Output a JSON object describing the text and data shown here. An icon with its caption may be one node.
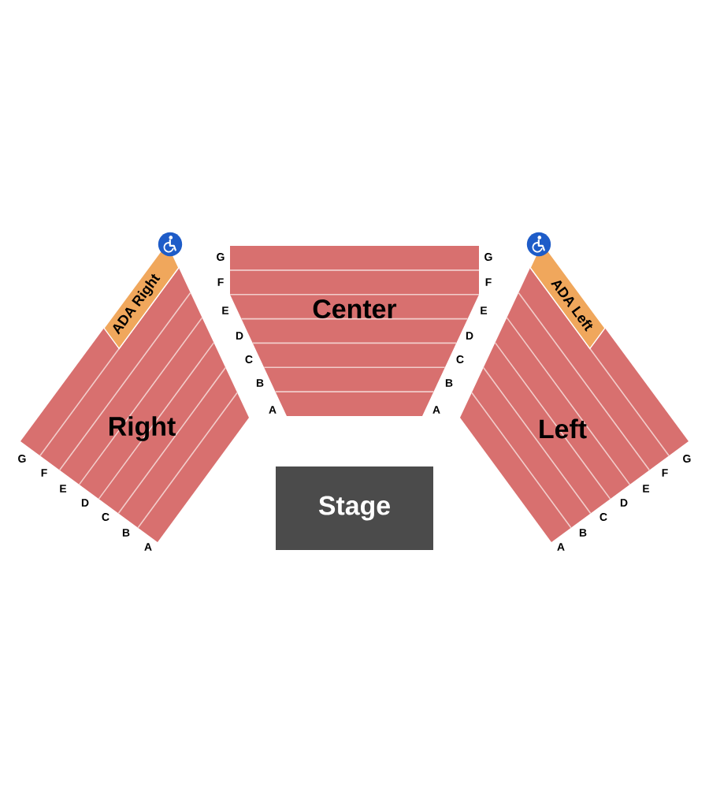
{
  "diagram": {
    "nodes": [
      {
        "text": [
          "Right"
        ],
        "beside": [
          "G",
          "F",
          "E",
          "D",
          "C",
          "B",
          "A"
        ]
      },
      {
        "text": [
          "ADA Right"
        ],
        "in": 0
      },
      {
        "text": [
          "Center"
        ],
        "beside": [
          "G",
          "G",
          "F",
          "F",
          "E",
          "E",
          "D",
          "D",
          "C",
          "C",
          "B",
          "B",
          "A",
          "A"
        ]
      },
      {
        "text": [
          "Left"
        ],
        "beside": [
          "A",
          "B",
          "C",
          "D",
          "E",
          "F",
          "G"
        ]
      },
      {
        "text": [
          "ADA Left"
        ],
        "in": 3
      },
      {
        "text": [
          "Stage"
        ]
      }
    ]
  }
}
